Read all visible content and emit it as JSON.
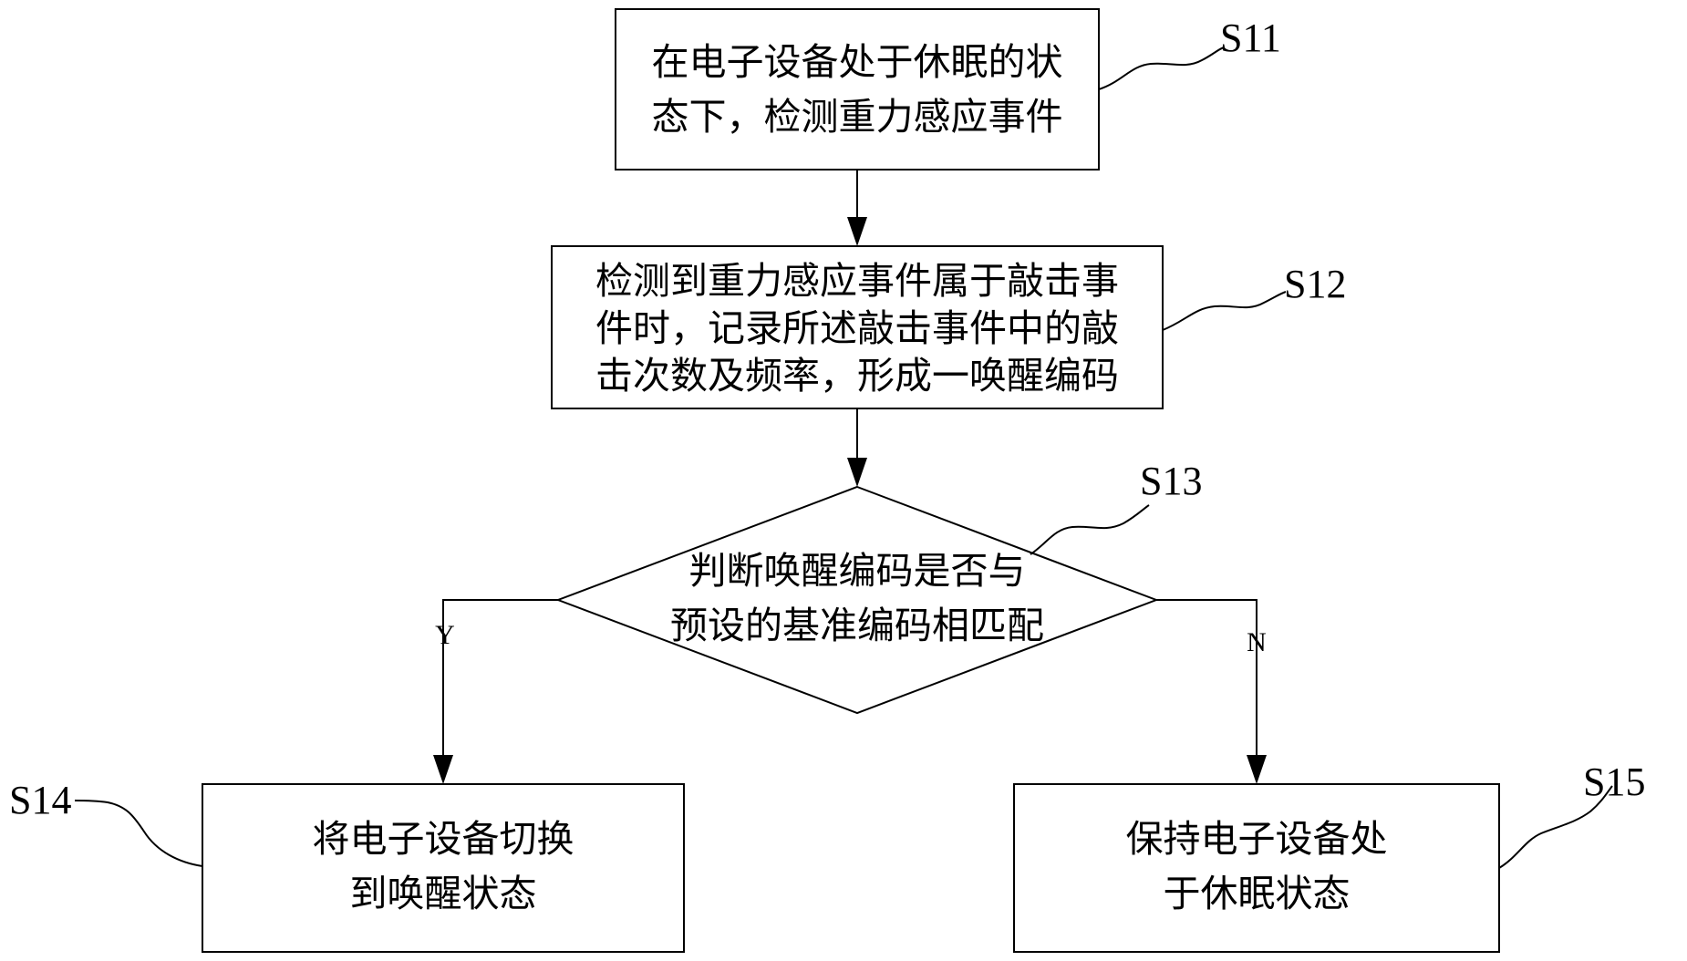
{
  "steps": {
    "s11": {
      "id": "S11",
      "lines": [
        "在电子设备处于休眠的状",
        "态下，检测重力感应事件"
      ]
    },
    "s12": {
      "id": "S12",
      "lines": [
        "检测到重力感应事件属于敲击事",
        "件时，记录所述敲击事件中的敲",
        "击次数及频率，形成一唤醒编码"
      ]
    },
    "s13": {
      "id": "S13",
      "lines": [
        "判断唤醒编码是否与",
        "预设的基准编码相匹配"
      ]
    },
    "s14": {
      "id": "S14",
      "lines": [
        "将电子设备切换",
        "到唤醒状态"
      ]
    },
    "s15": {
      "id": "S15",
      "lines": [
        "保持电子设备处",
        "于休眠状态"
      ]
    }
  },
  "branches": {
    "yes": "Y",
    "no": "N"
  }
}
